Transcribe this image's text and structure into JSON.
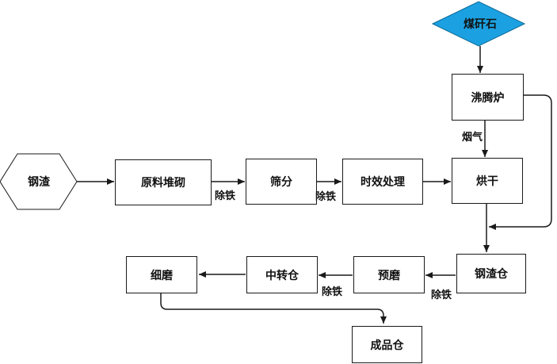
{
  "nodes": {
    "meiganshi": "煤矸石",
    "feitenglu": "沸腾炉",
    "gangzha": "钢渣",
    "yuanliao": "原料堆砌",
    "shaifen": "筛分",
    "shixiao": "时效处理",
    "honggan": "烘干",
    "gangzhacang": "钢渣仓",
    "yumo": "预磨",
    "zhongzhuancang": "中转仓",
    "ximo": "细磨",
    "chengpincang": "成品仓"
  },
  "labels": {
    "yanqi": "烟气",
    "chutie1": "除铁",
    "chutie2": "除铁",
    "chutie3": "除铁",
    "chutie4": "除铁"
  },
  "colors": {
    "diamond_fill": "#1ba1e2",
    "line": "#1a1a1a"
  }
}
